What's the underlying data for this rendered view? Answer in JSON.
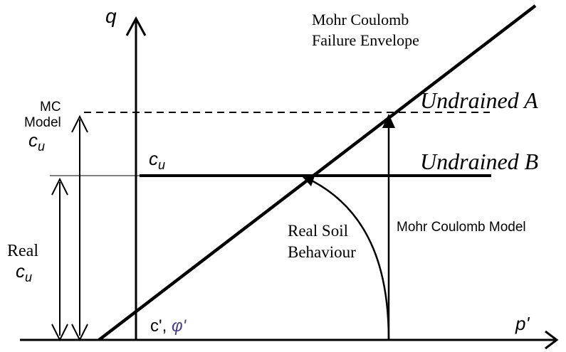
{
  "axes": {
    "q_label": "q",
    "p_label": "p'"
  },
  "envelope": {
    "label_line1": "Mohr Coulomb",
    "label_line2": "Failure Envelope",
    "origin_label_c": "c'",
    "origin_label_sep": ", ",
    "origin_label_phi": "φ'"
  },
  "undrained_a": {
    "label": "Undrained A"
  },
  "undrained_b": {
    "label": "Undrained B",
    "cu_label_c": "c",
    "cu_label_sub": "u"
  },
  "mc_model_cu": {
    "line1": "MC",
    "line2": "Model",
    "cu_c": "c",
    "cu_sub": "u"
  },
  "real_cu": {
    "line1": "Real",
    "cu_c": "c",
    "cu_sub": "u"
  },
  "real_soil": {
    "line1": "Real Soil",
    "line2": "Behaviour"
  },
  "mohr_coulomb_model": {
    "label": "Mohr Coulomb Model"
  },
  "colors": {
    "ink": "#000000",
    "phi": "#4a3d8f"
  }
}
